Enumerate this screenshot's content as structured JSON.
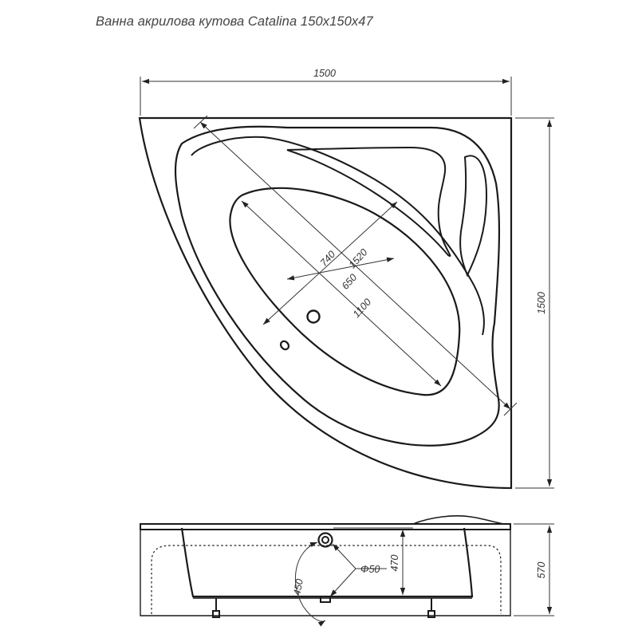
{
  "title": "Ванна акрилова кутова Catalina 150x150x47",
  "plan_view": {
    "width_label": "1500",
    "height_label": "1500",
    "diagonal_label": "1520",
    "inner_length_label": "1100",
    "inner_width_label": "740",
    "inner_depth_label": "650"
  },
  "side_view": {
    "bath_depth_label": "470",
    "total_height_label": "570",
    "drain_label": "Φ50",
    "overflow_label": "450"
  }
}
